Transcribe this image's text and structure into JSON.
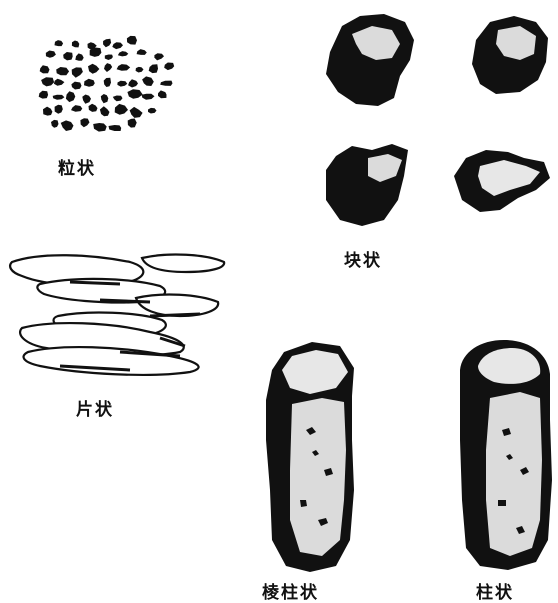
{
  "labels": {
    "granular": "粒状",
    "blocky": "块状",
    "platy": "片状",
    "prismatic": "棱柱状",
    "columnar": "柱状"
  },
  "colors": {
    "ink": "#111111",
    "paper": "#ffffff",
    "shade": "#3a3a3a"
  }
}
